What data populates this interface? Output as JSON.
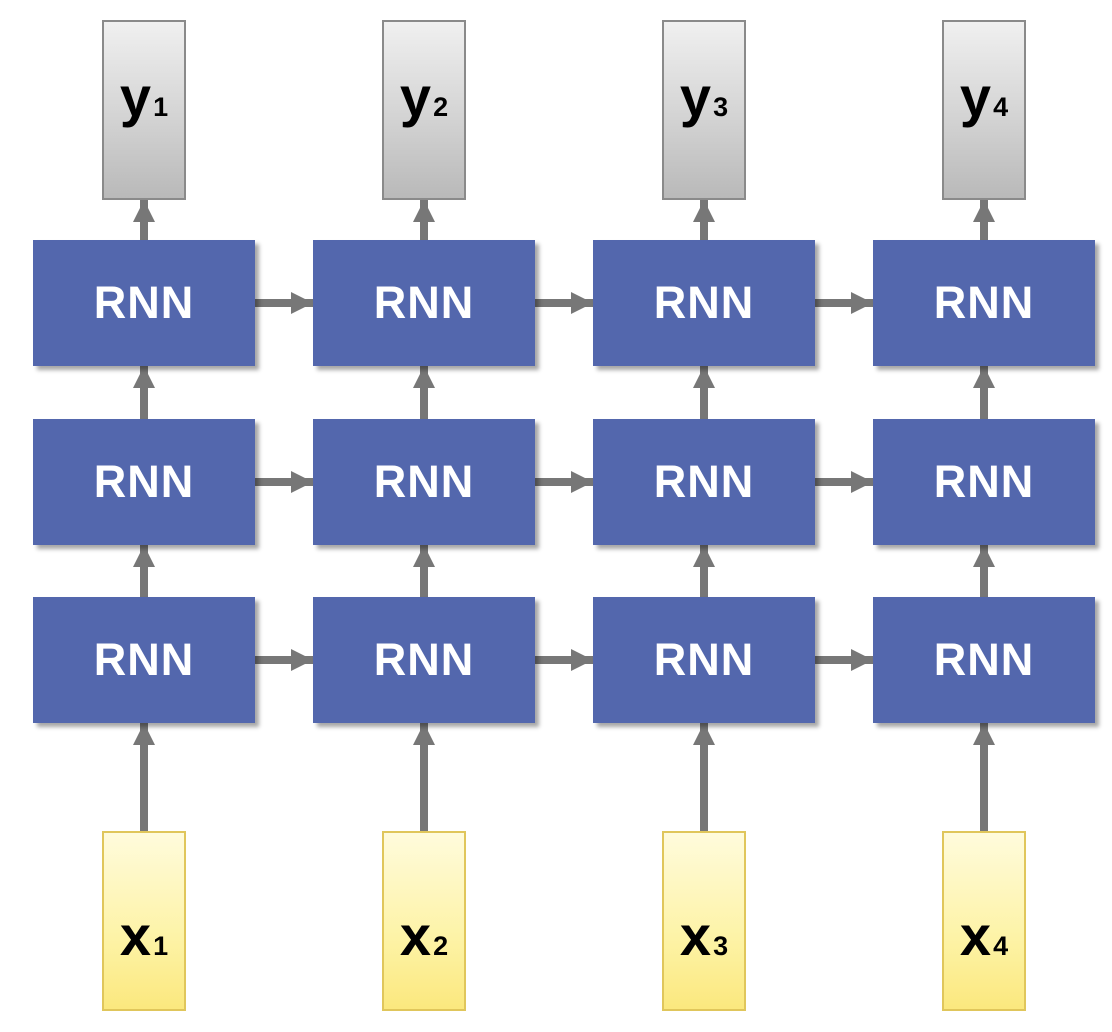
{
  "rnn_label": "RNN",
  "columns": [
    {
      "output": {
        "symbol": "y",
        "sub": "1"
      },
      "input": {
        "symbol": "x",
        "sub": "1"
      }
    },
    {
      "output": {
        "symbol": "y",
        "sub": "2"
      },
      "input": {
        "symbol": "x",
        "sub": "2"
      }
    },
    {
      "output": {
        "symbol": "y",
        "sub": "3"
      },
      "input": {
        "symbol": "x",
        "sub": "3"
      }
    },
    {
      "output": {
        "symbol": "y",
        "sub": "4"
      },
      "input": {
        "symbol": "x",
        "sub": "4"
      }
    }
  ],
  "layers": 3,
  "colors": {
    "rnn": "#5367ad",
    "arrow": "#777777",
    "input": "#fdf3a6",
    "output": "#d3d3d3"
  }
}
